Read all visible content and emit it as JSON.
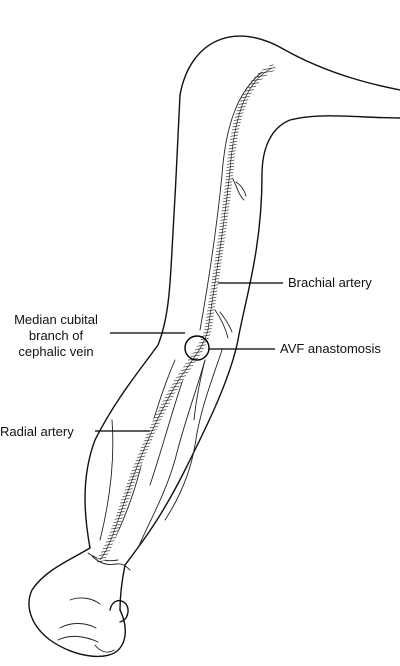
{
  "labels": {
    "brachial_artery": "Brachial artery",
    "median_cubital_line1": "Median cubital",
    "median_cubital_line2": "branch of",
    "median_cubital_line3": "cephalic vein",
    "avf_anastomosis": "AVF anastomosis",
    "radial_artery": "Radial artery"
  },
  "colors": {
    "ink": "#111111",
    "background": "#ffffff"
  }
}
